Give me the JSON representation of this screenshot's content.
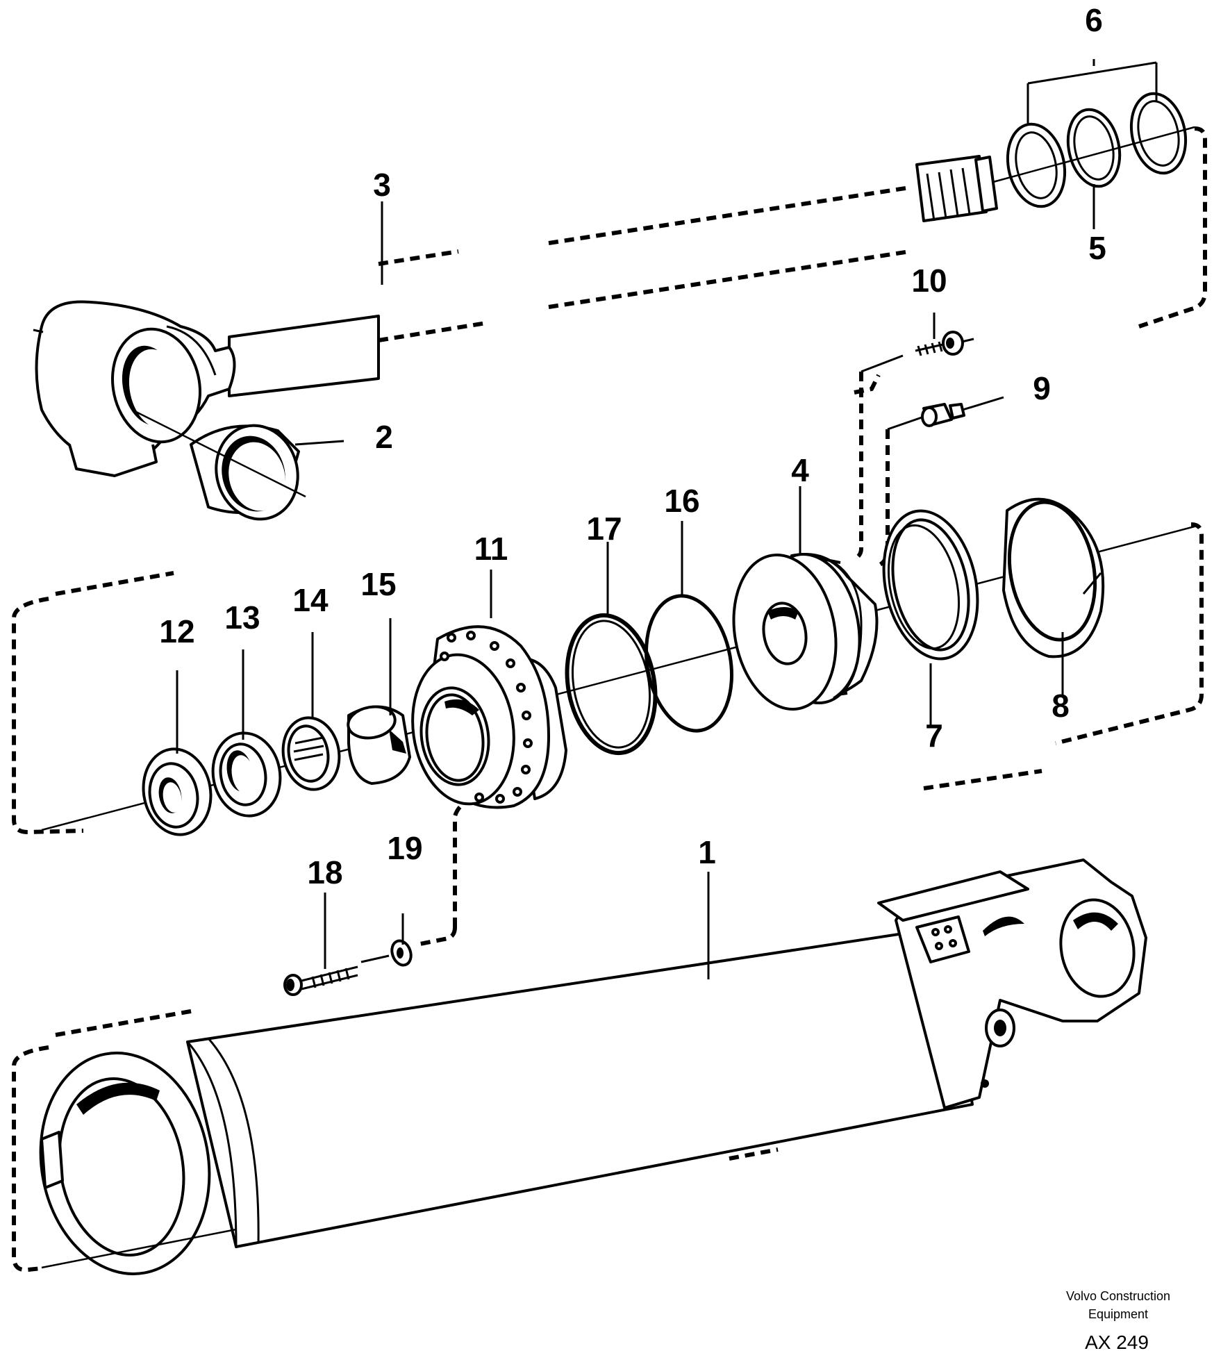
{
  "callouts": {
    "c1": "1",
    "c2": "2",
    "c3": "3",
    "c4": "4",
    "c5": "5",
    "c6": "6",
    "c7": "7",
    "c8": "8",
    "c9": "9",
    "c10": "10",
    "c11": "11",
    "c12": "12",
    "c13": "13",
    "c14": "14",
    "c15": "15",
    "c16": "16",
    "c17": "17",
    "c18": "18",
    "c19": "19"
  },
  "footer": {
    "publisher_line1": "Volvo Construction",
    "publisher_line2": "Equipment",
    "code": "AX 249"
  }
}
